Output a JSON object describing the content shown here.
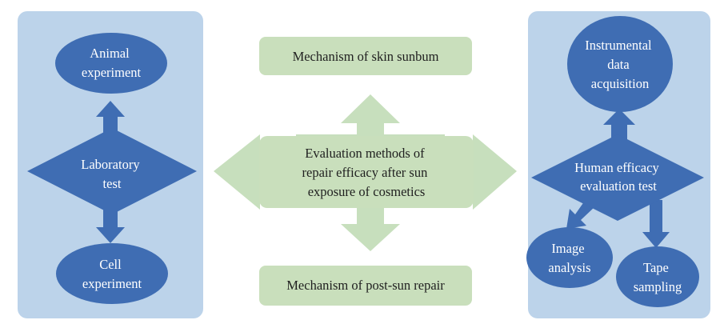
{
  "colors": {
    "panel_bg": "#bcd3ea",
    "shape_blue": "#3f6db3",
    "green_box": "#c9dfbc",
    "green_arrow": "#c7dfbd",
    "text_dark": "#1f1f1f",
    "text_light": "#ffffff"
  },
  "center": {
    "title_lines": [
      "Evaluation methods of",
      "repair efficacy after sun",
      "exposure of cosmetics"
    ],
    "top_box": "Mechanism of skin sunbum",
    "bottom_box": "Mechanism of post-sun repair"
  },
  "left_panel": {
    "diamond_lines": [
      "Laboratory",
      "test"
    ],
    "top_ellipse_lines": [
      "Animal",
      "experiment"
    ],
    "bottom_ellipse_lines": [
      "Cell",
      "experiment"
    ]
  },
  "right_panel": {
    "diamond_lines": [
      "Human efficacy",
      "evaluation test"
    ],
    "top_ellipse_lines": [
      "Instrumental",
      "data",
      "acquisition"
    ],
    "left_ellipse_lines": [
      "Image",
      "analysis"
    ],
    "right_ellipse_lines": [
      "Tape",
      "sampling"
    ]
  }
}
